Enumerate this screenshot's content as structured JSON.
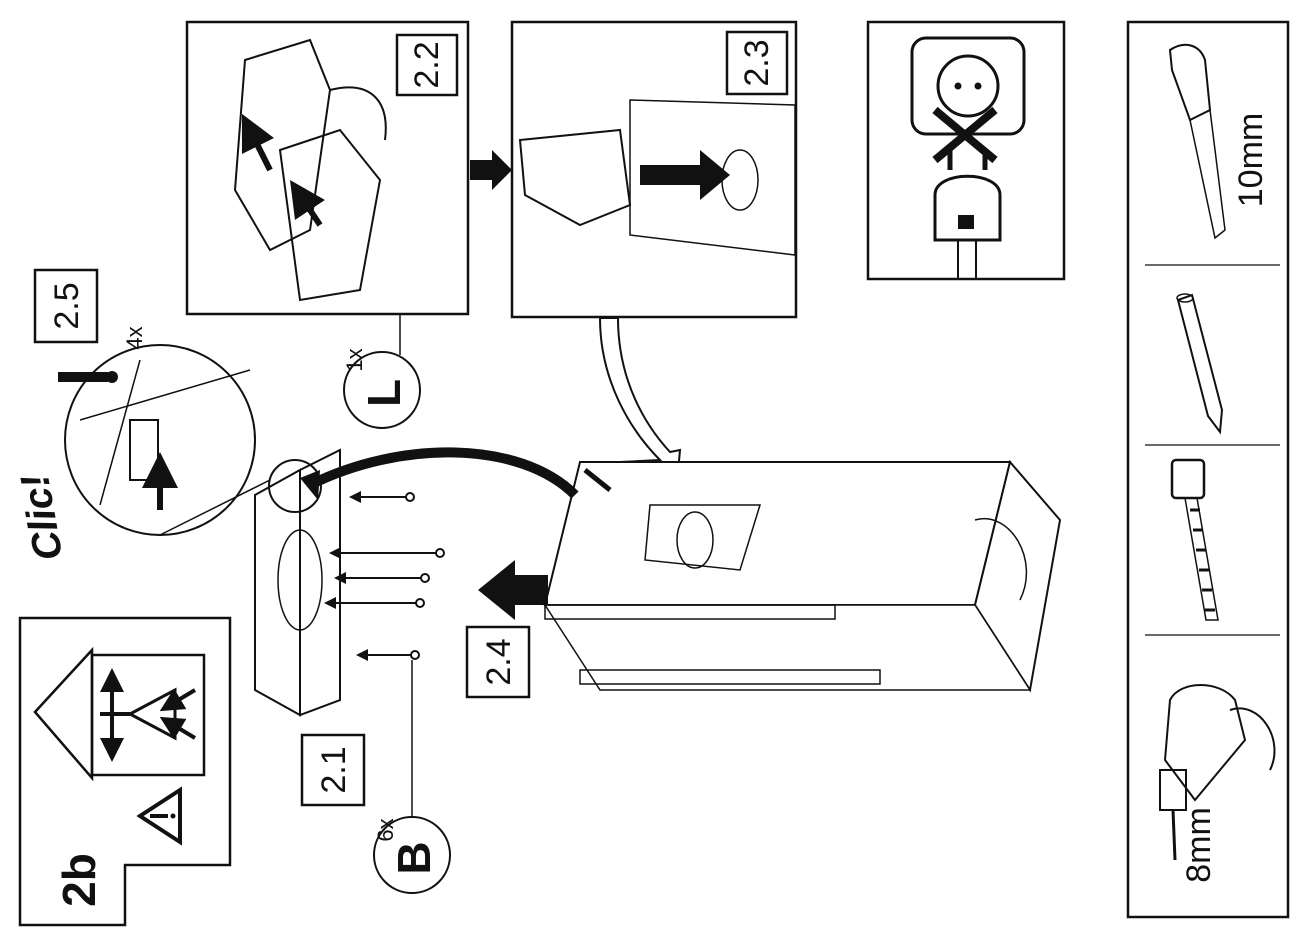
{
  "steps": {
    "s2_1": "2.1",
    "s2_2": "2.2",
    "s2_3": "2.3",
    "s2_4": "2.4",
    "s2_5": "2.5"
  },
  "section": "2b",
  "parts": {
    "B": {
      "letter": "B",
      "qty": "6x"
    },
    "L": {
      "letter": "L",
      "qty": "1x"
    }
  },
  "clips_qty": "4x",
  "clic_text": "Clic!",
  "tools": {
    "drill_size": "8mm",
    "screwdriver_size": "10mm"
  },
  "icons": [
    "warning-triangle-icon",
    "fragile-box-icon",
    "unplug-mains-icon",
    "drill-icon",
    "tape-measure-icon",
    "pencil-icon",
    "screwdriver-icon"
  ]
}
